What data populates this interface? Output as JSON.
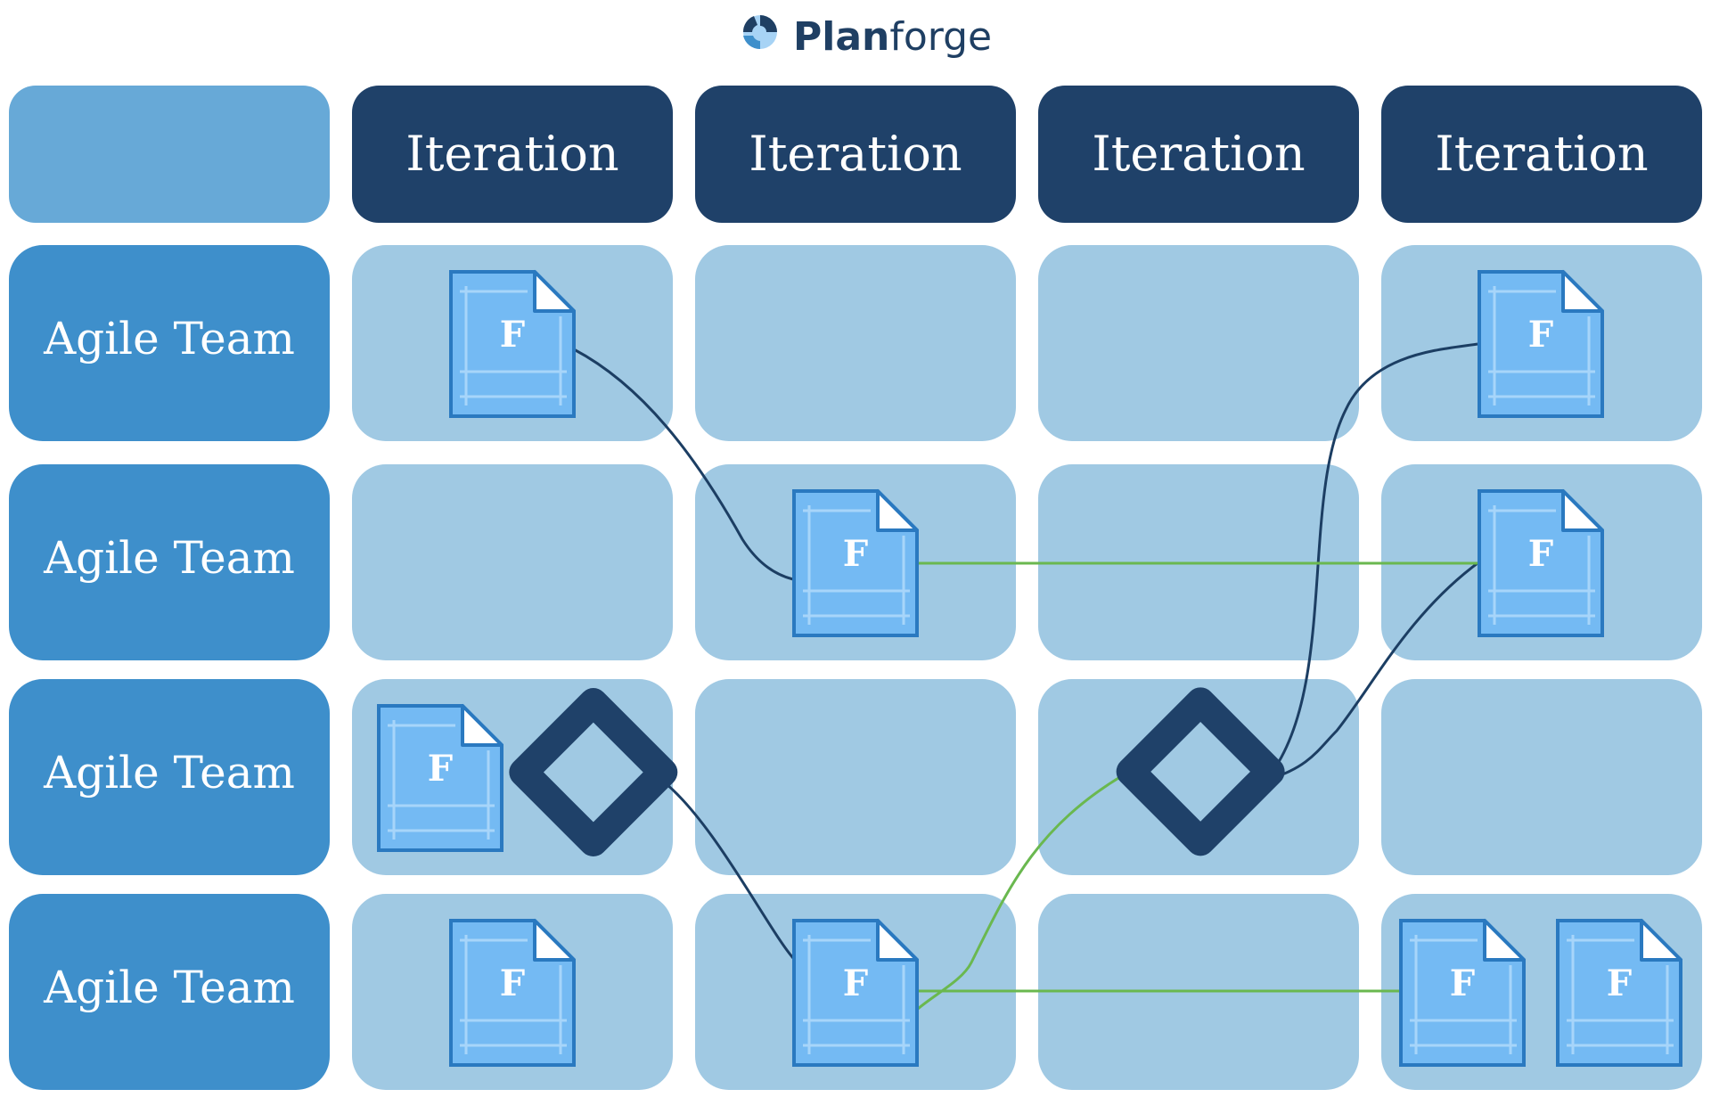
{
  "brand": {
    "name_bold": "Plan",
    "name_light": "forge"
  },
  "columns": [
    {
      "label": "Iteration"
    },
    {
      "label": "Iteration"
    },
    {
      "label": "Iteration"
    },
    {
      "label": "Iteration"
    }
  ],
  "rows": [
    {
      "label": "Agile Team"
    },
    {
      "label": "Agile Team"
    },
    {
      "label": "Agile Team"
    },
    {
      "label": "Agile Team"
    }
  ],
  "feature_label": "F",
  "features": [
    {
      "id": "f1",
      "row": 0,
      "col": 3
    },
    {
      "id": "f2",
      "row": 0,
      "col": 0
    },
    {
      "id": "f3",
      "row": 1,
      "col": 1
    },
    {
      "id": "f4",
      "row": 1,
      "col": 3
    },
    {
      "id": "f5",
      "row": 2,
      "col": 0
    },
    {
      "id": "f6",
      "row": 3,
      "col": 0
    },
    {
      "id": "f7",
      "row": 3,
      "col": 1
    },
    {
      "id": "f8",
      "row": 3,
      "col": 3
    },
    {
      "id": "f9",
      "row": 3,
      "col": 3
    }
  ],
  "milestones": [
    {
      "id": "m1",
      "row": 2,
      "col": 0
    },
    {
      "id": "m2",
      "row": 2,
      "col": 2
    }
  ],
  "connections": [
    {
      "from": "f2",
      "to": "f3",
      "type": "dependency"
    },
    {
      "from": "m1",
      "to": "f7",
      "type": "dependency"
    },
    {
      "from": "m2",
      "to": "f1",
      "type": "dependency"
    },
    {
      "from": "m2",
      "to": "f4",
      "type": "dependency"
    },
    {
      "from": "f3",
      "to": "f4",
      "type": "relation"
    },
    {
      "from": "f7",
      "to": "f8",
      "type": "relation"
    },
    {
      "from": "f7",
      "to": "m2",
      "type": "relation"
    }
  ],
  "colors": {
    "header_dark": "#1f4169",
    "header_corner": "#67a9d7",
    "row_label": "#3e8fcb",
    "cell": "#a0c9e3",
    "feature_fill": "#74baf3",
    "feature_stroke": "#2a79c0",
    "feature_grid": "#a7d5fa",
    "dependency_line": "#1c3e63",
    "relation_line": "#6ab84f",
    "milestone": "#1f4169"
  }
}
